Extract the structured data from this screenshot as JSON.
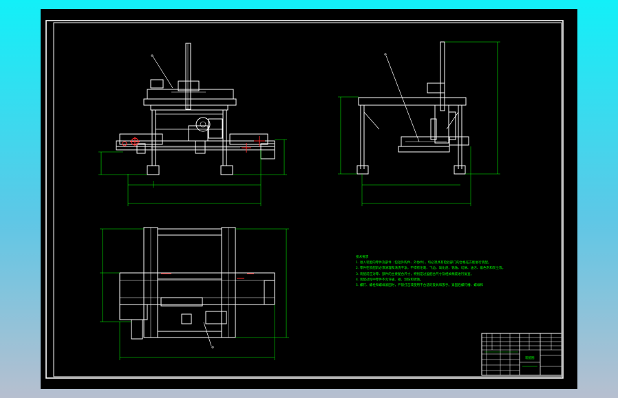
{
  "notes": {
    "heading": "技术要求",
    "lines": [
      "1. 进入装配的零件及部件（包括外购件、外协件），均必须具有检验部门的合格证方能进行装配。",
      "2. 零件在装配前必须清理和清洗干净，不得有毛刺、飞边、氧化皮、锈蚀、切屑、油污、着色剂和灰尘等。",
      "3. 装配前应对零、部件的主要配合尺寸，特别是过盈配合尺寸及相关精度进行复查。",
      "4. 装配过程中零件不允许磕、碰、划伤和锈蚀。",
      "5. 螺钉、螺栓和螺母紧固时，严禁打击或使用不合适的旋具和扳手。紧固后螺钉槽、螺母和"
    ]
  },
  "title_block": {
    "drawing_no": "装配图"
  }
}
